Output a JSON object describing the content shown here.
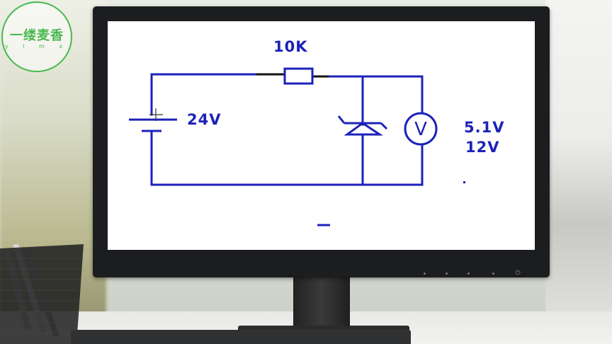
{
  "logo": {
    "text": "一缕麦香",
    "sub": "y l m x"
  },
  "diagram": {
    "resistor_label": "10K",
    "source_label": "24V",
    "reading_1": "5.1V",
    "reading_2": "12V",
    "meter_symbol": "V"
  },
  "colors": {
    "wire": "#1d22b8",
    "logo": "#49b84e"
  }
}
